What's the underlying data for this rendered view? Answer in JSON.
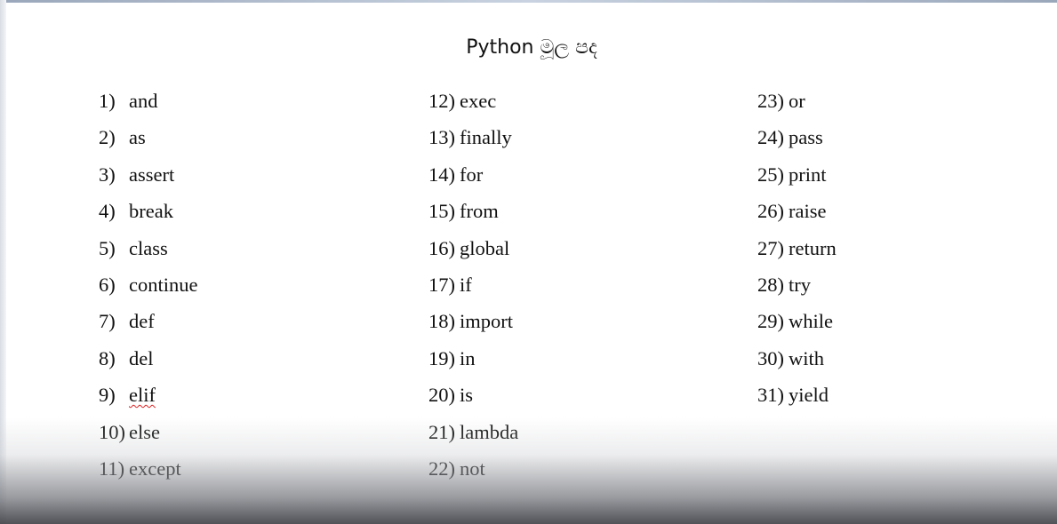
{
  "document": {
    "title": "Python මූල පද"
  },
  "columns": [
    {
      "items": [
        {
          "num": "1)",
          "word": "and"
        },
        {
          "num": "2)",
          "word": "as"
        },
        {
          "num": "3)",
          "word": "assert"
        },
        {
          "num": "4)",
          "word": "break"
        },
        {
          "num": "5)",
          "word": "class"
        },
        {
          "num": "6)",
          "word": "continue"
        },
        {
          "num": "7)",
          "word": "def"
        },
        {
          "num": "8)",
          "word": "del"
        },
        {
          "num": "9)",
          "word": "elif"
        },
        {
          "num": "10)",
          "word": "else"
        },
        {
          "num": "11)",
          "word": "except"
        }
      ]
    },
    {
      "items": [
        {
          "num": "12)",
          "word": "exec"
        },
        {
          "num": "13)",
          "word": "finally"
        },
        {
          "num": "14)",
          "word": "for"
        },
        {
          "num": "15)",
          "word": "from"
        },
        {
          "num": "16)",
          "word": "global"
        },
        {
          "num": "17)",
          "word": "if"
        },
        {
          "num": "18)",
          "word": "import"
        },
        {
          "num": "19)",
          "word": "in"
        },
        {
          "num": "20)",
          "word": "is"
        },
        {
          "num": "21)",
          "word": "lambda"
        },
        {
          "num": "22)",
          "word": "not"
        }
      ]
    },
    {
      "items": [
        {
          "num": "23)",
          "word": "or"
        },
        {
          "num": "24)",
          "word": "pass"
        },
        {
          "num": "25)",
          "word": "print"
        },
        {
          "num": "26)",
          "word": "raise"
        },
        {
          "num": "27)",
          "word": "return"
        },
        {
          "num": "28)",
          "word": "try"
        },
        {
          "num": "29)",
          "word": "while"
        },
        {
          "num": "30)",
          "word": "with"
        },
        {
          "num": "31)",
          "word": "yield"
        }
      ]
    }
  ]
}
